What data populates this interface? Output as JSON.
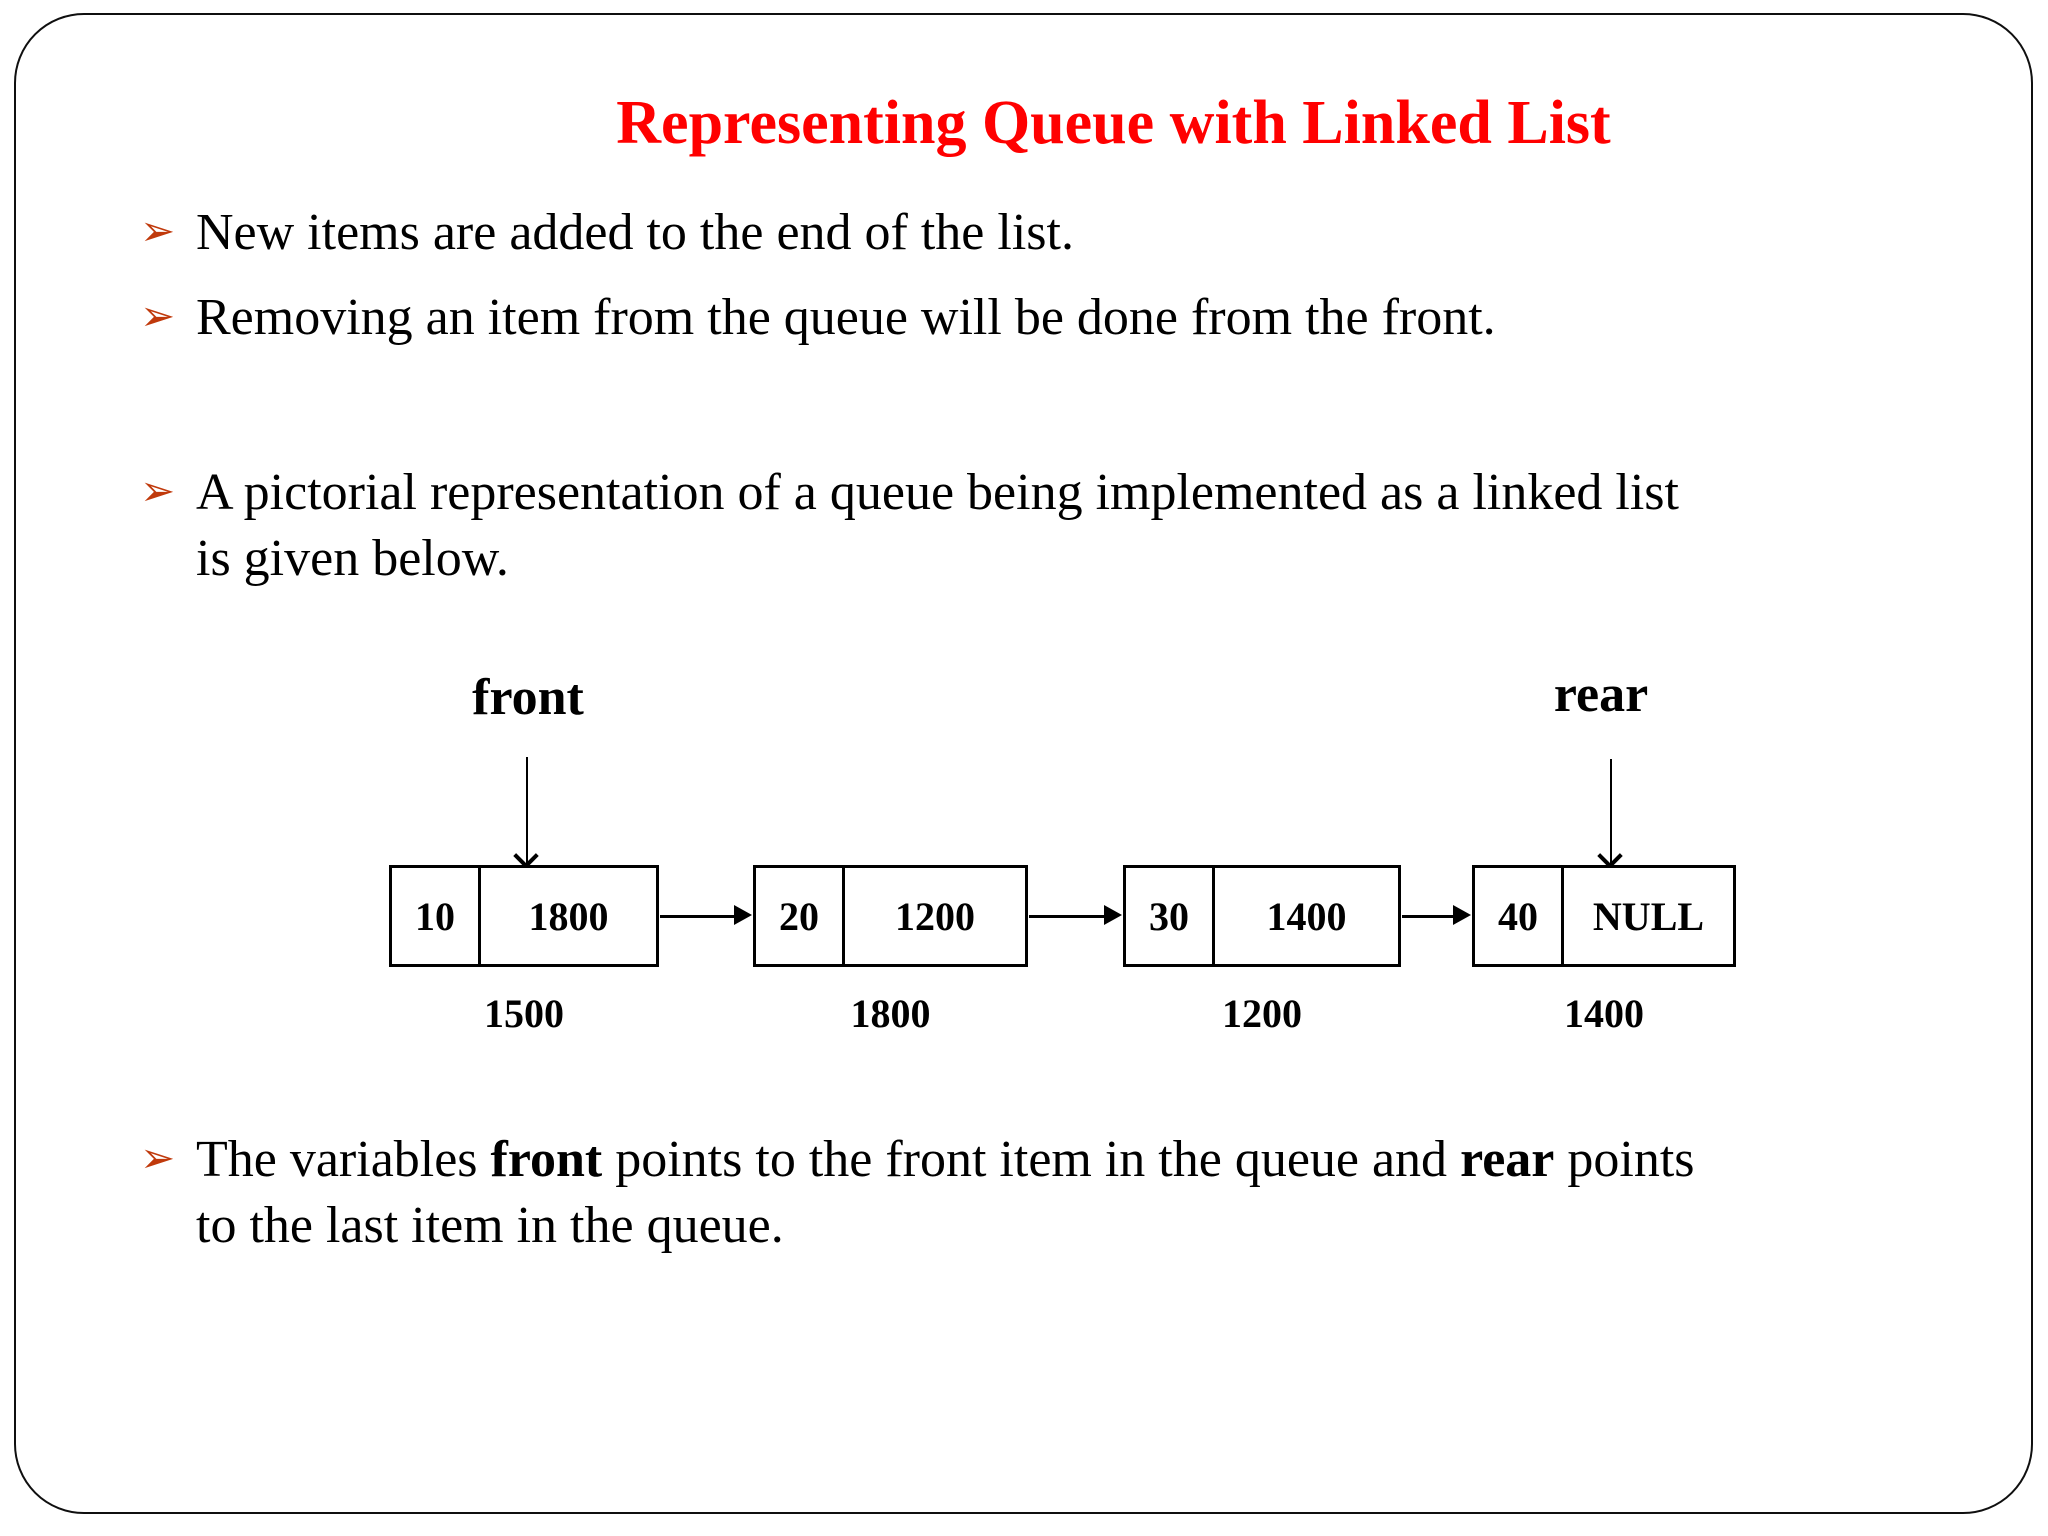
{
  "slide": {
    "title": "Representing Queue with Linked List",
    "bullet_marker": "➢"
  },
  "colors": {
    "title_red": "#ff0000",
    "bullet_marker_orange": "#c0390b",
    "body_text": "#000000",
    "border": "#0f0f0f"
  },
  "bullets": {
    "b1": "New items are added to the end of the list.",
    "b2": "Removing an item from the queue will be done from the front.",
    "b3_line1": "A pictorial representation of a queue being implemented as a linked list",
    "b3_line2": "is given below.",
    "b4_seg1": "The variables ",
    "b4_bold1": "front",
    "b4_seg2": " points to the front item in the queue and ",
    "b4_bold2": "rear",
    "b4_seg3": " points",
    "b4_line2": "to the last item in the queue."
  },
  "diagram": {
    "front_label": "front",
    "rear_label": "rear",
    "nodes": [
      {
        "value": "10",
        "next": "1800",
        "address": "1500"
      },
      {
        "value": "20",
        "next": "1200",
        "address": "1800"
      },
      {
        "value": "30",
        "next": "1400",
        "address": "1200"
      },
      {
        "value": "40",
        "next": "NULL",
        "address": "1400"
      }
    ]
  }
}
